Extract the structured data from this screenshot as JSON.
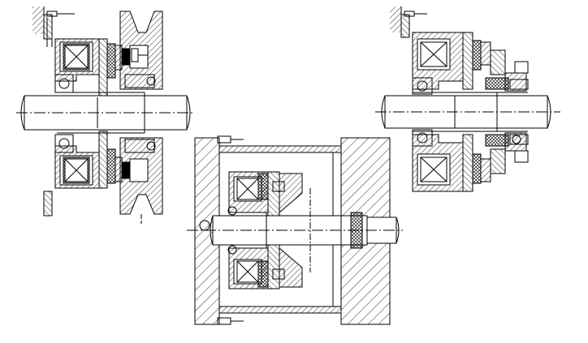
{
  "colors": {
    "background": "#ffffff",
    "line": "#000000"
  },
  "views": [
    {
      "id": "clutch-with-pulley"
    },
    {
      "id": "clutch-in-housing"
    },
    {
      "id": "clutch-with-flange"
    }
  ]
}
